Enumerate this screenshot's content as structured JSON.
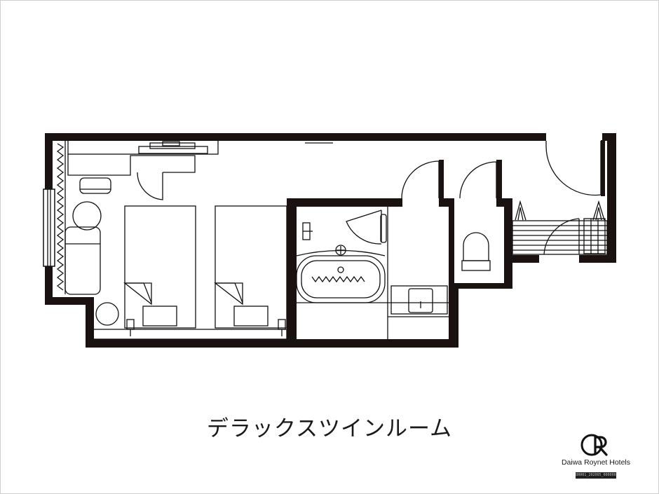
{
  "caption": "デラックスツインルーム",
  "brand": {
    "name": "Daiwa Roynet Hotels",
    "code": "DRH01_202005_000000",
    "logo_icon": "daiwa-roynet-logo-icon"
  },
  "colors": {
    "wall": "#1a1111",
    "line": "#111111",
    "background": "#ffffff"
  }
}
